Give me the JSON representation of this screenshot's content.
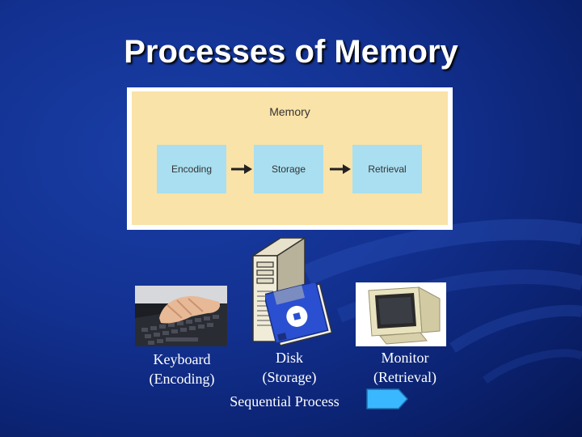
{
  "slide": {
    "title": "Processes of Memory"
  },
  "diagram": {
    "title": "Memory",
    "stages": [
      "Encoding",
      "Storage",
      "Retrieval"
    ]
  },
  "devices": {
    "keyboard": {
      "line1": "Keyboard",
      "line2": "(Encoding)"
    },
    "disk": {
      "line1": "Disk",
      "line2": "(Storage)"
    },
    "monitor": {
      "line1": "Monitor",
      "line2": "(Retrieval)"
    }
  },
  "footer": {
    "caption": "Sequential Process"
  },
  "colors": {
    "background": "#12308f",
    "panel_fill": "#fae3a8",
    "stage_fill": "#a9dff0",
    "arrow_fill": "#3ab8ff"
  },
  "icons": [
    "keyboard-photo",
    "computer-tower-icon",
    "floppy-disk-icon",
    "monitor-photo",
    "right-arrow-icon"
  ]
}
